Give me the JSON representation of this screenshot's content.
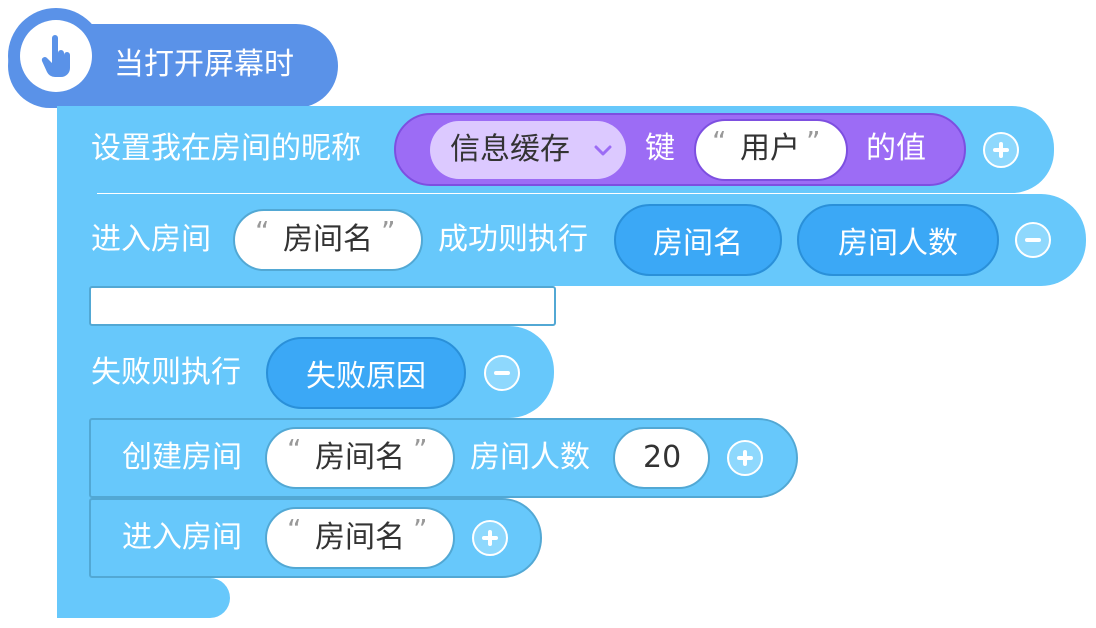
{
  "hat": {
    "label": "当打开屏幕时",
    "icon": "pointer-hand-icon"
  },
  "block_set_nickname": {
    "label": "设置我在房间的昵称",
    "cache_dropdown": "信息缓存",
    "key_label": "键",
    "key_value": "用户",
    "value_label": "的值"
  },
  "block_enter_room": {
    "label": "进入房间",
    "room_name": "房间名",
    "success_label": "成功则执行",
    "param1": "房间名",
    "param2": "房间人数"
  },
  "failure": {
    "label": "失败则执行",
    "param1": "失败原因"
  },
  "block_create_room": {
    "label": "创建房间",
    "room_name": "房间名",
    "count_label": "房间人数",
    "count_value": "20"
  },
  "block_enter_room_2": {
    "label": "进入房间",
    "room_name": "房间名"
  },
  "quote_open": "“",
  "quote_close": "”"
}
